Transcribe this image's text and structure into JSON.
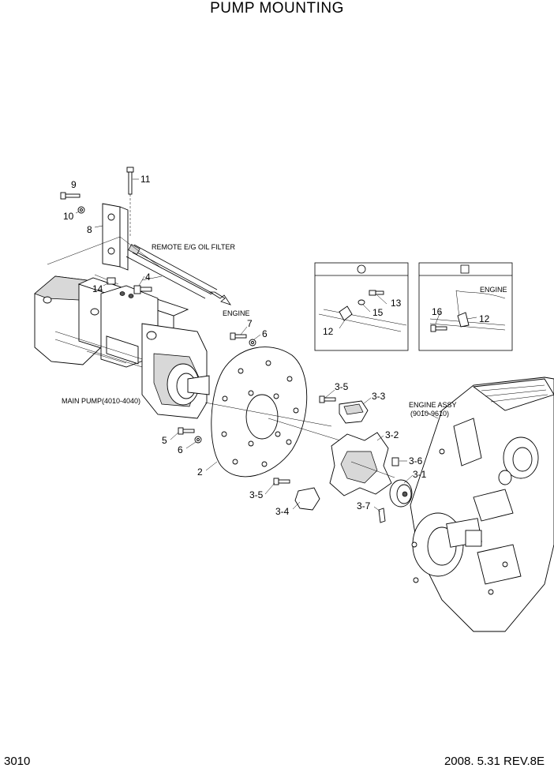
{
  "title": "PUMP MOUNTING",
  "footer": {
    "page_number": "3010",
    "date_revision": "2008. 5.31  REV.8E"
  },
  "callouts": {
    "c11": "11",
    "c9": "9",
    "c10": "10",
    "c8": "8",
    "c14": "14",
    "c4": "4",
    "c7": "7",
    "c6a": "6",
    "c5": "5",
    "c6b": "6",
    "c2": "2",
    "c35a": "3-5",
    "c33": "3-3",
    "c32": "3-2",
    "c36": "3-6",
    "c31": "3-1",
    "c35b": "3-5",
    "c34": "3-4",
    "c37": "3-7",
    "c13": "13",
    "c15": "15",
    "c12a": "12",
    "c16": "16",
    "c12b": "12"
  },
  "notes": {
    "remote_filter": "REMOTE E/G OIL FILTER",
    "engine_arrow": "ENGINE",
    "main_pump": "MAIN PUMP(4010-4040)",
    "engine_assy_1": "ENGINE ASSY",
    "engine_assy_2": "(9010-9610)",
    "detail_engine": "ENGINE"
  },
  "detail_views": [
    {
      "name": "detail-view-circle",
      "symbol": "circle"
    },
    {
      "name": "detail-view-square",
      "symbol": "square"
    }
  ]
}
